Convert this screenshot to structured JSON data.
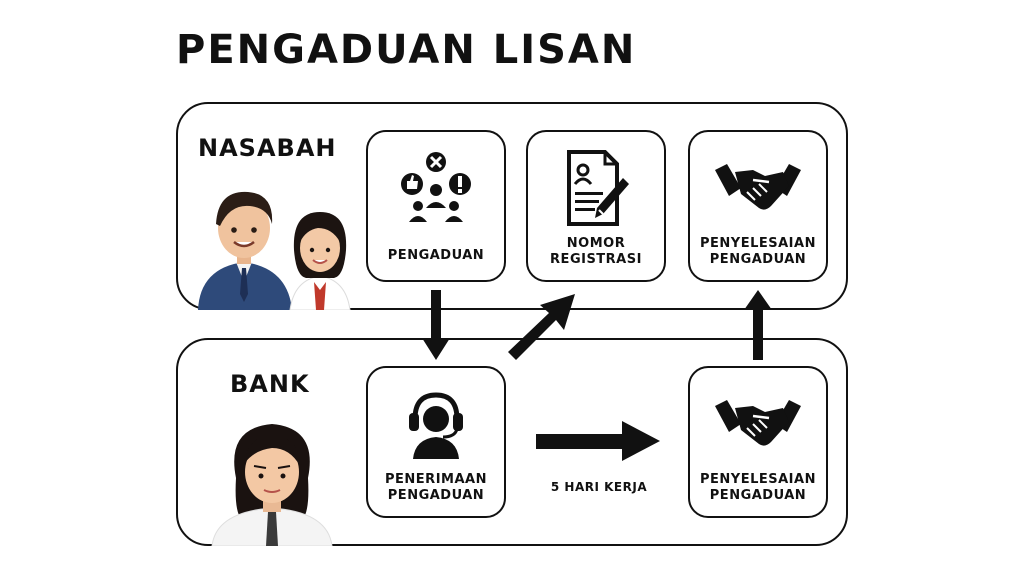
{
  "title": "PENGADUAN LISAN",
  "nasabah": {
    "label": "NASABAH",
    "cards": [
      {
        "label": "PENGADUAN",
        "icon": "complaint-feedback-icon"
      },
      {
        "label": "NOMOR REGISTRASI",
        "icon": "registration-document-icon"
      },
      {
        "label": "PENYELESAIAN PENGADUAN",
        "icon": "handshake-icon"
      }
    ]
  },
  "bank": {
    "label": "BANK",
    "cards": [
      {
        "label": "PENERIMAAN PENGADUAN",
        "icon": "customer-service-headset-icon"
      },
      {
        "label": "PENYELESAIAN PENGADUAN",
        "icon": "handshake-icon"
      }
    ]
  },
  "duration_note": "5 HARI KERJA",
  "colors": {
    "stroke": "#111111",
    "background": "#ffffff"
  }
}
